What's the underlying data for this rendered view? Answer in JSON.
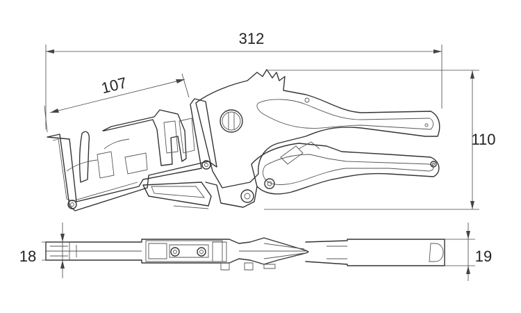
{
  "dimensions": {
    "overall_length": "312",
    "jaw_span": "107",
    "overall_height": "110",
    "thickness_left": "18",
    "thickness_right": "19"
  }
}
